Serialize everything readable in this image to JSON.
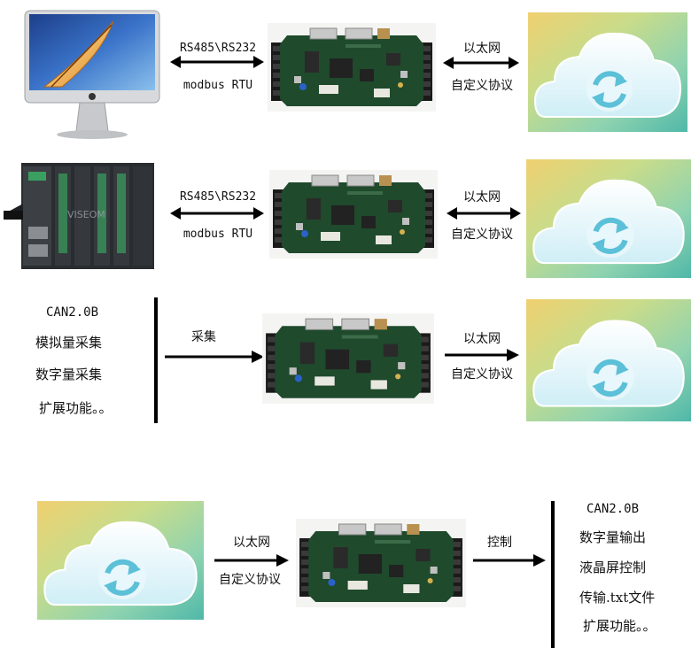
{
  "row1": {
    "left_link_top": "RS485\\RS232",
    "left_link_bottom": "modbus RTU",
    "right_link_top": "以太网",
    "right_link_bottom": "自定义协议"
  },
  "row2": {
    "left_link_top": "RS485\\RS232",
    "left_link_bottom": "modbus RTU",
    "right_link_top": "以太网",
    "right_link_bottom": "自定义协议",
    "plc_watermark": "VISEOM"
  },
  "row3": {
    "features": [
      "CAN2.0B",
      "模拟量采集",
      "数字量采集",
      "扩展功能。。"
    ],
    "left_link": "采集",
    "right_link_top": "以太网",
    "right_link_bottom": "自定义协议"
  },
  "row4": {
    "left_link_top": "以太网",
    "left_link_bottom": "自定义协议",
    "right_link": "控制",
    "outputs": [
      "CAN2.0B",
      "数字量输出",
      "液晶屏控制",
      "传输.txt文件",
      "扩展功能。。"
    ]
  },
  "icons": {
    "computer": "imac-computer-icon",
    "plc": "plc-rack-icon",
    "board": "controller-board-icon",
    "cloud": "cloud-sync-icon"
  },
  "colors": {
    "board_green": "#1f4a2c",
    "terminal_black": "#1a1a1a",
    "cloud_tile_yellow": "#e8c860",
    "cloud_tile_green": "#6cc08c",
    "sync_arrow": "#5bc0d8"
  }
}
